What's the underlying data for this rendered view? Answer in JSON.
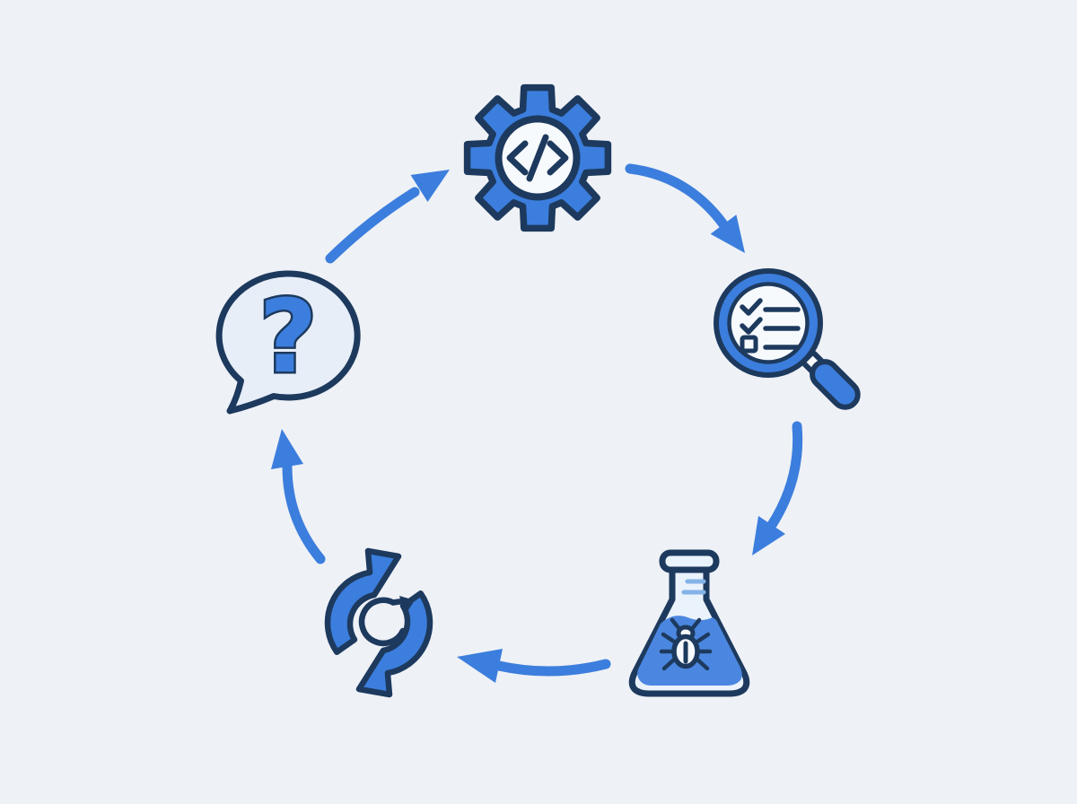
{
  "diagram": {
    "type": "cycle",
    "direction": "clockwise",
    "nodes": [
      {
        "id": "code",
        "position": "top",
        "icon": "gear-code-icon",
        "glyph": "</>"
      },
      {
        "id": "review",
        "position": "right",
        "icon": "magnifier-checklist-icon",
        "checklist": [
          "checked",
          "checked",
          "unchecked"
        ]
      },
      {
        "id": "test",
        "position": "bottom-right",
        "icon": "flask-bug-icon"
      },
      {
        "id": "iterate",
        "position": "bottom-left",
        "icon": "refresh-cycle-icon"
      },
      {
        "id": "question",
        "position": "left",
        "icon": "question-bubble-icon",
        "glyph": "?"
      }
    ],
    "edges": [
      {
        "from": "question",
        "to": "code"
      },
      {
        "from": "code",
        "to": "review"
      },
      {
        "from": "review",
        "to": "test"
      },
      {
        "from": "test",
        "to": "iterate"
      },
      {
        "from": "iterate",
        "to": "question"
      }
    ]
  },
  "colors": {
    "background": "#eef1f6",
    "blue": "#3c7edd",
    "navy": "#1d3a5e",
    "bubble": "#e7eef8",
    "paper": "#f7fafd",
    "flaskbody": "#eaf2fb",
    "liquid": "#4b87e0",
    "tick": "#84b3e8"
  }
}
